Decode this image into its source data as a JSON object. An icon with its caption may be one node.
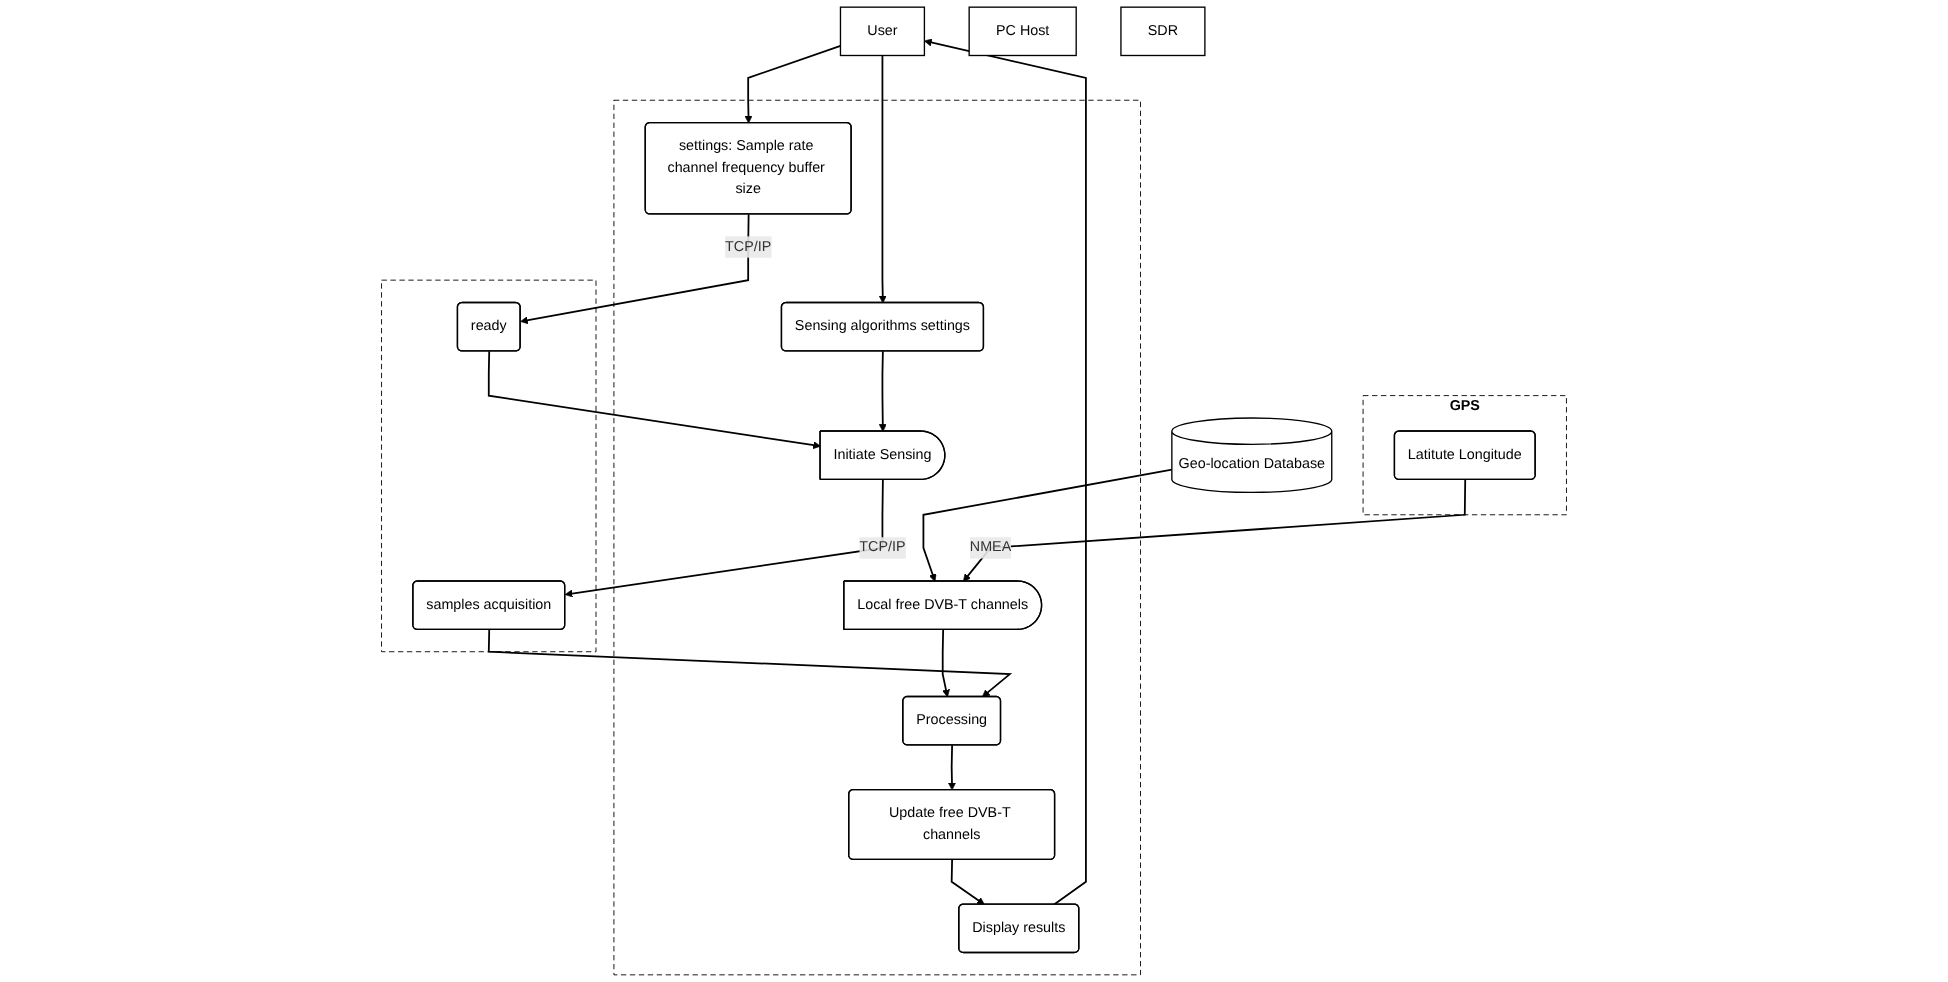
{
  "diagram": {
    "nodes": [
      {
        "text": [
          "User"
        ]
      },
      {
        "text": [
          "PC Host"
        ]
      },
      {
        "text": [],
        "shape": "box"
      },
      {
        "text": [
          "Geo-location Database"
        ]
      },
      {
        "text": [
          "settings: Sample rate channel frequency buffer size"
        ],
        "in": 2
      },
      {
        "text": [
          "Sensing algorithms settings"
        ],
        "in": 2
      },
      {
        "text": [
          "Display results"
        ],
        "in": 2
      },
      {
        "text": [
          "Update free DVB-T channels"
        ],
        "in": 2
      },
      {
        "text": [
          "Local free DVB-T channels"
        ],
        "in": 2
      },
      {
        "text": [
          "Processing"
        ],
        "in": 2
      },
      {
        "text": [
          "Initiate Sensing"
        ],
        "in": 2
      },
      {
        "text": [
          "SDR"
        ]
      },
      {
        "text": [
          "GPS"
        ]
      },
      {
        "text": [
          "Latitute Longitude"
        ],
        "in": 12
      },
      {
        "text": [],
        "shape": "box"
      },
      {
        "text": [
          "ready"
        ],
        "in": 14
      },
      {
        "text": [
          "samples acquisition"
        ],
        "in": 14
      }
    ],
    "edges": [
      {
        "from": 0,
        "to": 4,
        "arrow": "to"
      },
      {
        "from": 0,
        "to": 5,
        "arrow": "to"
      },
      {
        "from": 6,
        "to": 0,
        "arrow": "to"
      },
      {
        "from": 7,
        "to": 6,
        "arrow": "to"
      },
      {
        "from": 9,
        "to": 7,
        "arrow": "to"
      },
      {
        "from": 3,
        "to": 8,
        "arrow": "to"
      },
      {
        "from": 13,
        "to": 8,
        "arrow": "to",
        "label": "NMEA"
      },
      {
        "from": 8,
        "to": 9,
        "arrow": "to"
      },
      {
        "from": 4,
        "to": 15,
        "arrow": "to",
        "label": "TCP/IP"
      },
      {
        "from": 15,
        "to": 10,
        "arrow": "to"
      },
      {
        "from": 5,
        "to": 10,
        "arrow": "to"
      },
      {
        "from": 10,
        "to": 16,
        "arrow": "to",
        "label": "TCP/IP"
      },
      {
        "from": 16,
        "to": 9,
        "arrow": "to"
      }
    ]
  }
}
